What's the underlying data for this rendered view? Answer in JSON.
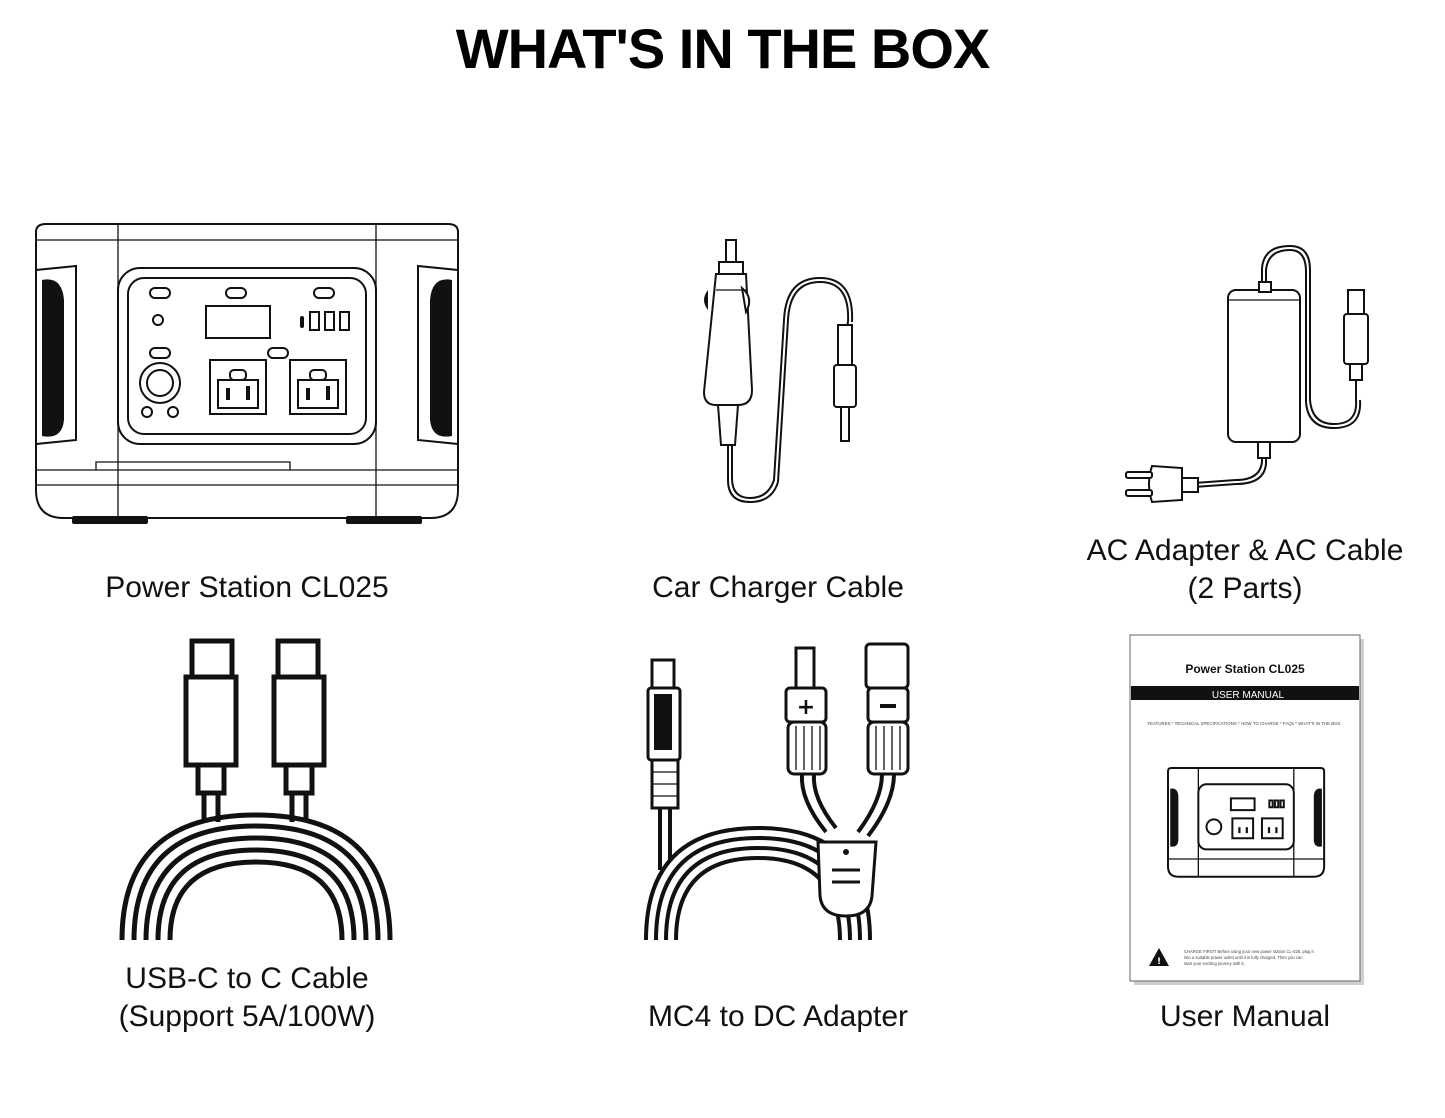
{
  "page": {
    "title": "WHAT'S IN THE BOX"
  },
  "items": [
    {
      "id": "power-station",
      "label_lines": [
        "Power Station CL025"
      ]
    },
    {
      "id": "car-charger",
      "label_lines": [
        "Car Charger Cable"
      ]
    },
    {
      "id": "ac-adapter",
      "label_lines": [
        "AC Adapter & AC Cable",
        "(2 Parts)"
      ]
    },
    {
      "id": "usb-c",
      "label_lines": [
        "USB-C to C Cable",
        "(Support 5A/100W)"
      ]
    },
    {
      "id": "mc4",
      "label_lines": [
        "MC4 to DC Adapter"
      ]
    },
    {
      "id": "manual",
      "label_lines": [
        "User Manual"
      ]
    }
  ],
  "manual_cover": {
    "product": "Power Station CL025",
    "banner": "USER MANUAL",
    "contents": "FEATURES * TECHNICAL SPECIFICATIONS * HOW TO CHARGE * FAQs * WHAT'S IN THE BOX",
    "warning_lines": [
      "CHARGE FIRST! Before using your new power station CL-025, plug it",
      "into a suitable power outlet until it is fully charged. Then you can",
      "start your exciting journey with it."
    ]
  },
  "icons": [
    "power-station-illustration",
    "car-charger-illustration",
    "ac-adapter-illustration",
    "usb-c-cable-illustration",
    "mc4-adapter-illustration",
    "user-manual-illustration",
    "warning-icon"
  ]
}
